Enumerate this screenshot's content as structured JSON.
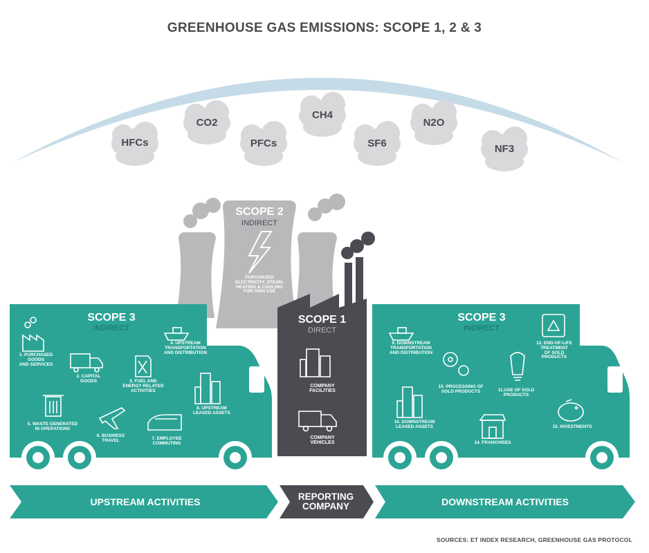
{
  "title": "GREENHOUSE GAS EMISSIONS: SCOPE 1, 2 & 3",
  "gases": [
    "HFCs",
    "CO2",
    "PFCs",
    "CH4",
    "SF6",
    "N2O",
    "NF3"
  ],
  "scope2": {
    "title": "SCOPE 2",
    "subtitle": "INDIRECT",
    "desc": [
      "PURCHASED",
      "ELECTRICITY, STEAM,",
      "HEATING & COOLING",
      "FOR OWN USE"
    ]
  },
  "scope1": {
    "title": "SCOPE 1",
    "subtitle": "DIRECT",
    "items": [
      {
        "icon": "building-icon",
        "label": [
          "COMPANY",
          "FACILITIES"
        ]
      },
      {
        "icon": "truck-icon",
        "label": [
          "COMPANY",
          "VEHICLES"
        ]
      }
    ]
  },
  "scope3_upstream": {
    "title": "SCOPE 3",
    "subtitle": "INDIRECT",
    "items": [
      {
        "label": [
          "1. PURCHASED",
          "GOODS",
          "AND SERVICES"
        ]
      },
      {
        "label": [
          "2. CAPITAL",
          "GOODS"
        ]
      },
      {
        "label": [
          "3. FUEL AND",
          "ENERGY RELATED",
          "ACTIVITIES"
        ]
      },
      {
        "label": [
          "4. UPSTREAM",
          "TRANSPORTATION",
          "AND DISTRIBUTION"
        ]
      },
      {
        "label": [
          "5. WASTE GENERATED",
          "IN OPERATIONS"
        ]
      },
      {
        "label": [
          "6. BUSINESS",
          "TRAVEL"
        ]
      },
      {
        "label": [
          "7. EMPLOYEE",
          "COMMUTING"
        ]
      },
      {
        "label": [
          "8. UPSTREAM",
          "LEASED ASSETS"
        ]
      }
    ]
  },
  "scope3_downstream": {
    "title": "SCOPE 3",
    "subtitle": "INDIRECT",
    "items": [
      {
        "label": [
          "9. DOWNSTREAM",
          "TRANSPORTATION",
          "AND DISTRIBUTION"
        ]
      },
      {
        "label": [
          "10. PROCESSING OF",
          "SOLD PRODUCTS"
        ]
      },
      {
        "label": [
          "11.USE OF SOLD",
          "PRODUCTS"
        ]
      },
      {
        "label": [
          "12. END-OF-LIFE",
          "TREATMENT",
          "OF SOLD",
          "PRODUCTS"
        ]
      },
      {
        "label": [
          "10. DOWNSTREAM",
          "LEASED ASSETS"
        ]
      },
      {
        "label": [
          "14. FRANCHISES"
        ]
      },
      {
        "label": [
          "15. INVESTMENTS"
        ]
      }
    ]
  },
  "arrows": {
    "upstream": "UPSTREAM ACTIVITIES",
    "reporting": [
      "REPORTING",
      "COMPANY"
    ],
    "downstream": "DOWNSTREAM ACTIVITIES"
  },
  "source": "SOURCES: ET INDEX RESEARCH, GREENHOUSE GAS PROTOCOL",
  "colors": {
    "teal": "#2ba495",
    "dark_gray": "#4b4c51",
    "light_gray": "#b9b9bb",
    "cloud": "#d9d9db",
    "sky": "#c5dbe8"
  }
}
